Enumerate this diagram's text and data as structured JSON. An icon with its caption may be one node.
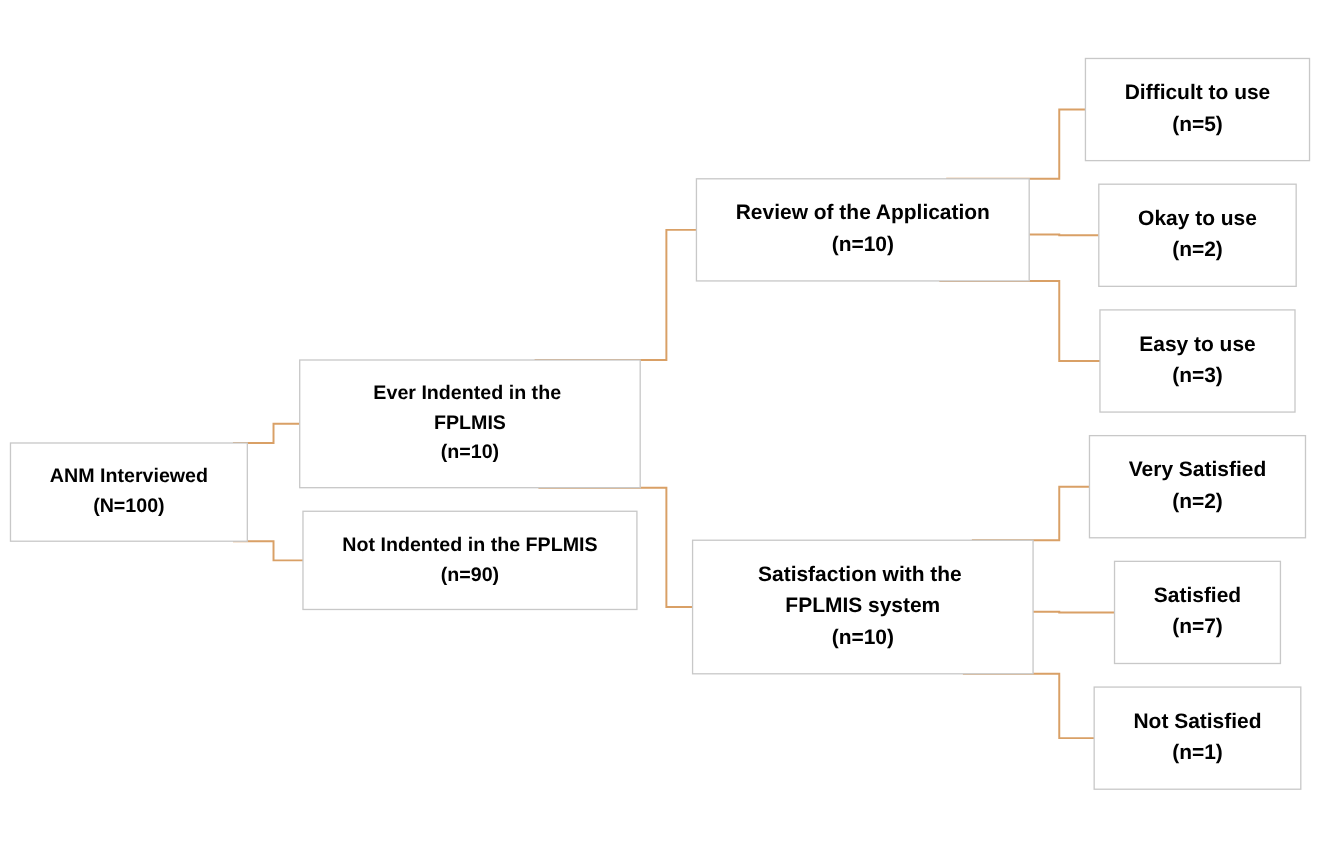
{
  "diagram": {
    "nodes": [
      {
        "text": [
          "ANM Interviewed",
          "(N=100)"
        ]
      },
      {
        "text": [
          "Ever Indented in the FPLMIS",
          "(n=10)"
        ]
      },
      {
        "text": [
          "Not Indented in the FPLMIS",
          "(n=90)"
        ]
      },
      {
        "text": [
          "Review of the Application",
          "(n=10)"
        ]
      },
      {
        "text": [
          "Difficult to use",
          "(n=5)"
        ]
      },
      {
        "text": [
          "Okay to use",
          "(n=2)"
        ]
      },
      {
        "text": [
          "Easy to use",
          "(n=3)"
        ]
      },
      {
        "text": [
          "Satisfaction with the FPLMIS system",
          "(n=10)"
        ]
      },
      {
        "text": [
          "Very Satisfied",
          "(n=2)"
        ]
      },
      {
        "text": [
          "Satisfied",
          "(n=7)"
        ]
      },
      {
        "text": [
          "Not Satisfied",
          "(n=1)"
        ]
      }
    ],
    "edges": [
      {
        "from": 0,
        "to": 1,
        "arrow": "none"
      },
      {
        "from": 0,
        "to": 2,
        "arrow": "none"
      },
      {
        "from": 1,
        "to": 3,
        "arrow": "none"
      },
      {
        "from": 1,
        "to": 7,
        "arrow": "none"
      },
      {
        "from": 3,
        "to": 4,
        "arrow": "none"
      },
      {
        "from": 3,
        "to": 5,
        "arrow": "none"
      },
      {
        "from": 3,
        "to": 6,
        "arrow": "none"
      },
      {
        "from": 7,
        "to": 8,
        "arrow": "none"
      },
      {
        "from": 7,
        "to": 9,
        "arrow": "none"
      },
      {
        "from": 7,
        "to": 10,
        "arrow": "none"
      }
    ]
  }
}
